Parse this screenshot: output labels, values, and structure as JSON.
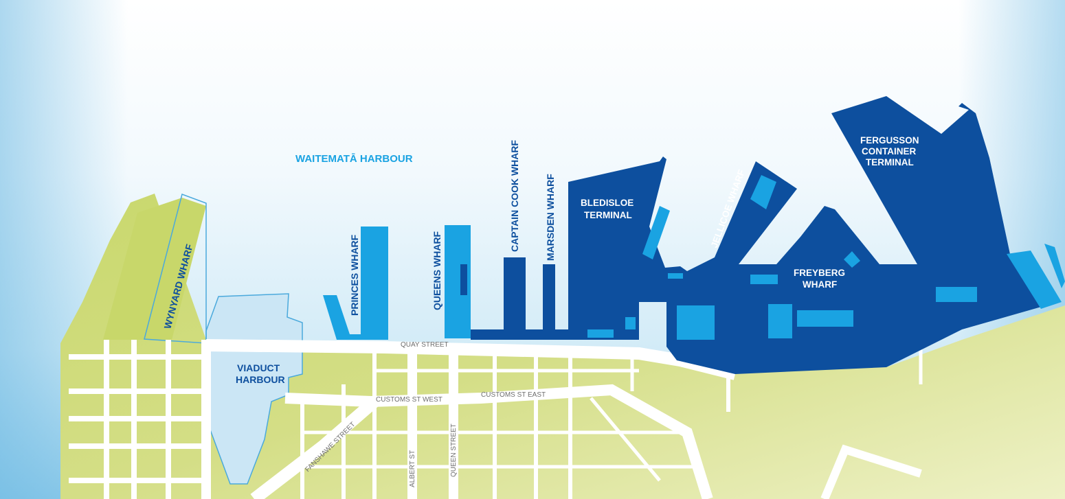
{
  "map": {
    "water_labels": {
      "harbour": "WAITEMATĀ HARBOUR",
      "viaduct_line1": "VIADUCT",
      "viaduct_line2": "HARBOUR"
    },
    "wharves": {
      "wynyard": "WYNYARD WHARF",
      "princes": "PRINCES WHARF",
      "queens": "QUEENS WHARF",
      "captain_cook": "CAPTAIN COOK WHARF",
      "marsden": "MARSDEN WHARF",
      "bledisloe_line1": "BLEDISLOE",
      "bledisloe_line2": "TERMINAL",
      "jellicoe": "JELLICOE WHARF",
      "freyberg_line1": "FREYBERG",
      "freyberg_line2": "WHARF",
      "fergusson_line1": "FERGUSSON",
      "fergusson_line2": "CONTAINER",
      "fergusson_line3": "TERMINAL"
    },
    "streets": {
      "quay": "QUAY STREET",
      "customs_west": "CUSTOMS ST WEST",
      "customs_east": "CUSTOMS ST EAST",
      "fanshawe": "FANSHAWE STREET",
      "albert": "ALBERT ST",
      "queen": "QUEEN STREET"
    },
    "colors": {
      "land": "#d4de86",
      "water_light": "#cfe7f4",
      "water_dark": "#4aa9dc",
      "port_dark": "#0d4f9e",
      "port_light": "#1aa3e2",
      "road": "#ffffff",
      "street_label": "#6d6d6d"
    }
  }
}
